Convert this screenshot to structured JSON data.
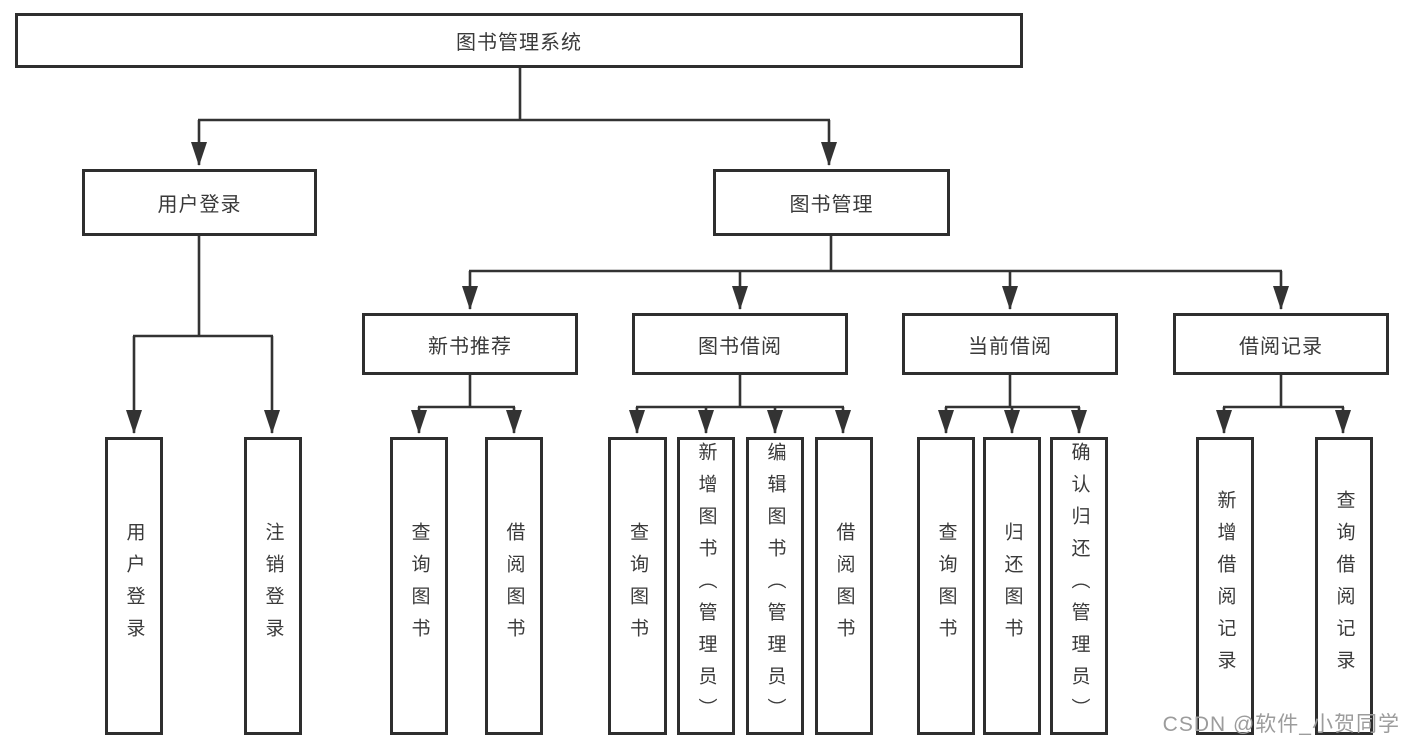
{
  "tree": {
    "root": {
      "label": "图书管理系统"
    },
    "branches": [
      {
        "label": "用户登录",
        "children": [
          "用户登录",
          "注销登录"
        ]
      },
      {
        "label": "图书管理",
        "children": [
          {
            "label": "新书推荐",
            "children": [
              "查询图书",
              "借阅图书"
            ]
          },
          {
            "label": "图书借阅",
            "children": [
              "查询图书",
              "新增图书（管理员）",
              "编辑图书（管理员）",
              "借阅图书"
            ]
          },
          {
            "label": "当前借阅",
            "children": [
              "查询图书",
              "归还图书",
              "确认归还（管理员）"
            ]
          },
          {
            "label": "借阅记录",
            "children": [
              "新增借阅记录",
              "查询借阅记录"
            ]
          }
        ]
      }
    ]
  },
  "colors": {
    "line": "#333333",
    "border": "#2e2e2e",
    "text": "#3a3a3a",
    "watermark": "#9c9c9c"
  },
  "watermark": "CSDN @软件_小贺同学"
}
